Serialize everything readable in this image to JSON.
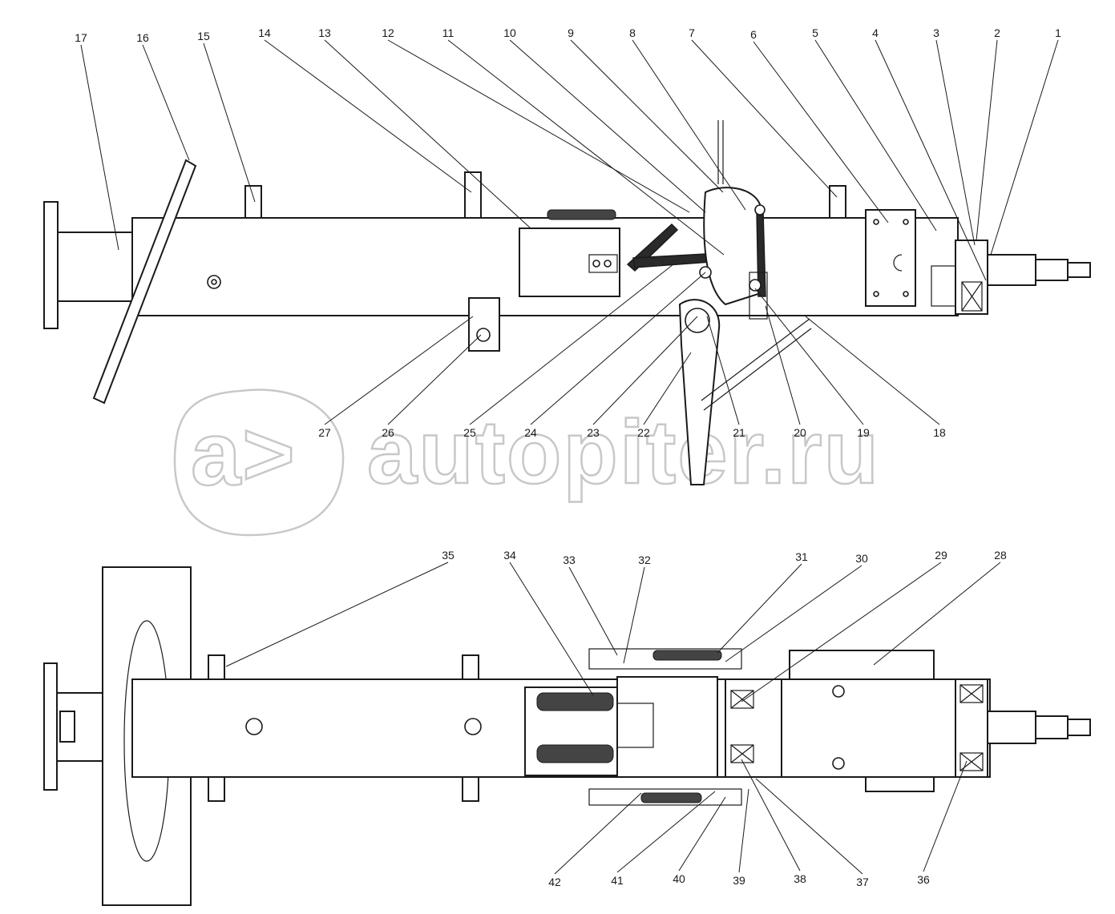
{
  "diagram": {
    "callouts_top": [
      "1",
      "2",
      "3",
      "4",
      "5",
      "6",
      "7",
      "8",
      "9",
      "10",
      "11",
      "12",
      "13",
      "14",
      "15",
      "16",
      "17",
      "18",
      "19",
      "20",
      "21",
      "22",
      "23",
      "24",
      "25",
      "26",
      "27"
    ],
    "callouts_bottom": [
      "28",
      "29",
      "30",
      "31",
      "32",
      "33",
      "34",
      "35",
      "36",
      "37",
      "38",
      "39",
      "40",
      "41",
      "42"
    ]
  },
  "watermark": {
    "logo_text": "a>",
    "site_text": "autopiter.ru"
  },
  "colors": {
    "line": "#1a1a1a",
    "watermark": "#c8c8c8",
    "background": "#ffffff"
  }
}
